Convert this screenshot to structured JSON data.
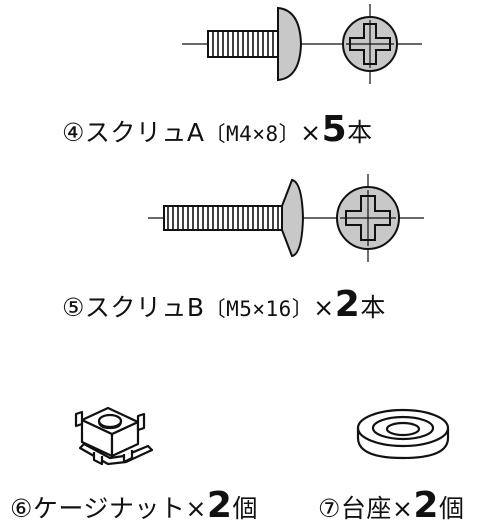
{
  "parts": [
    {
      "number": "④",
      "name": "スクリュA",
      "spec": "〔M4×8〕",
      "times": "×",
      "count": "5",
      "unit": "本",
      "icon": "truss-head-screw-icon"
    },
    {
      "number": "⑤",
      "name": "スクリュB",
      "spec": "〔M5×16〕",
      "times": "×",
      "count": "2",
      "unit": "本",
      "icon": "countersunk-screw-icon"
    },
    {
      "number": "⑥",
      "name": "ケージナット",
      "times": "×",
      "count": "2",
      "unit": "個",
      "icon": "cage-nut-icon"
    },
    {
      "number": "⑦",
      "name": "台座",
      "times": "×",
      "count": "2",
      "unit": "個",
      "icon": "rubber-foot-icon"
    }
  ],
  "colors": {
    "line": "#111111",
    "fill_gray": "#c8c8c8",
    "fill_white": "#ffffff"
  }
}
